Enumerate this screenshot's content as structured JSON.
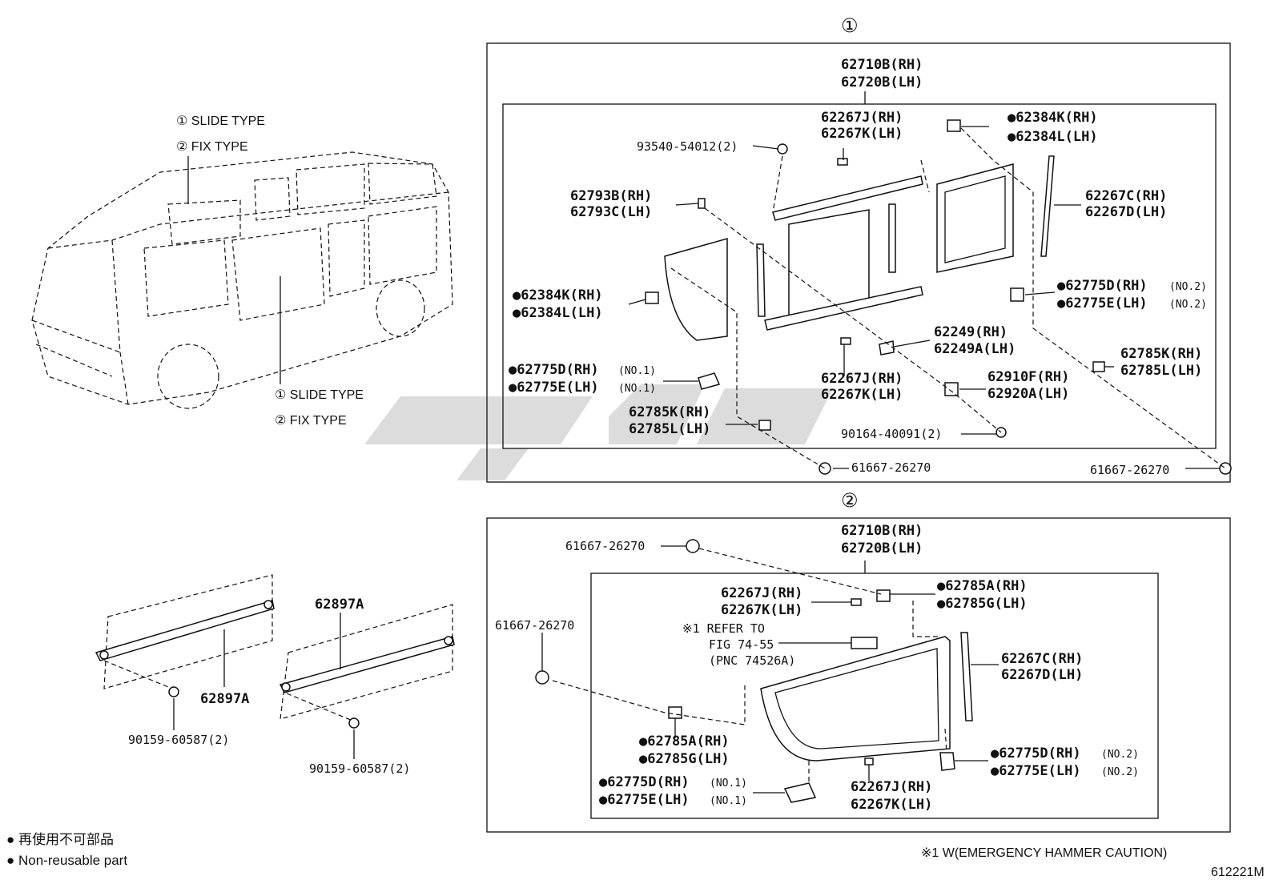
{
  "sections": {
    "slide_marker": "①",
    "fix_marker": "②"
  },
  "van_labels": {
    "top_slide": "① SLIDE TYPE",
    "top_fix": "② FIX TYPE",
    "mid_slide": "① SLIDE TYPE",
    "mid_fix": "② FIX TYPE"
  },
  "slide": {
    "p62710B": "62710B(RH)",
    "p62720B": "62720B(LH)",
    "p62267J_a": "62267J(RH)",
    "p62267K_a": "62267K(LH)",
    "p93540": "93540-54012(2)",
    "p62384K_r": "●62384K(RH)",
    "p62384L_r": "●62384L(LH)",
    "p62793B": "62793B(RH)",
    "p62793C": "62793C(LH)",
    "p62267C": "62267C(RH)",
    "p62267D": "62267D(LH)",
    "p62384K_l": "●62384K(RH)",
    "p62384L_l": "●62384L(LH)",
    "p62775D_r": "●62775D(RH)",
    "p62775E_r": "●62775E(LH)",
    "no2": "(NO.2)",
    "p62249": "62249(RH)",
    "p62249A": "62249A(LH)",
    "p62775D_l": "●62775D(RH)",
    "p62775E_l": "●62775E(LH)",
    "no1": "(NO.1)",
    "p62785K_r": "62785K(RH)",
    "p62785L_r": "62785L(LH)",
    "p62267J_b": "62267J(RH)",
    "p62267K_b": "62267K(LH)",
    "p62910F": "62910F(RH)",
    "p62920A": "62920A(LH)",
    "p62785K_l": "62785K(RH)",
    "p62785L_l": "62785L(LH)",
    "p90164": "90164-40091(2)",
    "p61667_a": "61667-26270",
    "p61667_b": "61667-26270"
  },
  "fix": {
    "p62710B": "62710B(RH)",
    "p62720B": "62720B(LH)",
    "p61667_a": "61667-26270",
    "p61667_b": "61667-26270",
    "p62267J_a": "62267J(RH)",
    "p62267K_a": "62267K(LH)",
    "p62785A_a": "●62785A(RH)",
    "p62785G_a": "●62785G(LH)",
    "refer1": "※1 REFER TO",
    "refer2": "FIG 74-55",
    "refer3": "(PNC 74526A)",
    "p62267C": "62267C(RH)",
    "p62267D": "62267D(LH)",
    "p62785A_b": "●62785A(RH)",
    "p62785G_b": "●62785G(LH)",
    "p62775D_r": "●62775D(RH)",
    "p62775E_r": "●62775E(LH)",
    "no2": "(NO.2)",
    "p62775D_l": "●62775D(RH)",
    "p62775E_l": "●62775E(LH)",
    "no1": "(NO.1)",
    "p62267J_b": "62267J(RH)",
    "p62267K_b": "62267K(LH)"
  },
  "rods": {
    "p62897A_a": "62897A",
    "p62897A_b": "62897A",
    "p90159_a": "90159-60587(2)",
    "p90159_b": "90159-60587(2)"
  },
  "legend": {
    "jp": "● 再使用不可部品",
    "en": "● Non-reusable part"
  },
  "footnote": "※1 W(EMERGENCY HAMMER CAUTION)",
  "figure_id": "612221M"
}
